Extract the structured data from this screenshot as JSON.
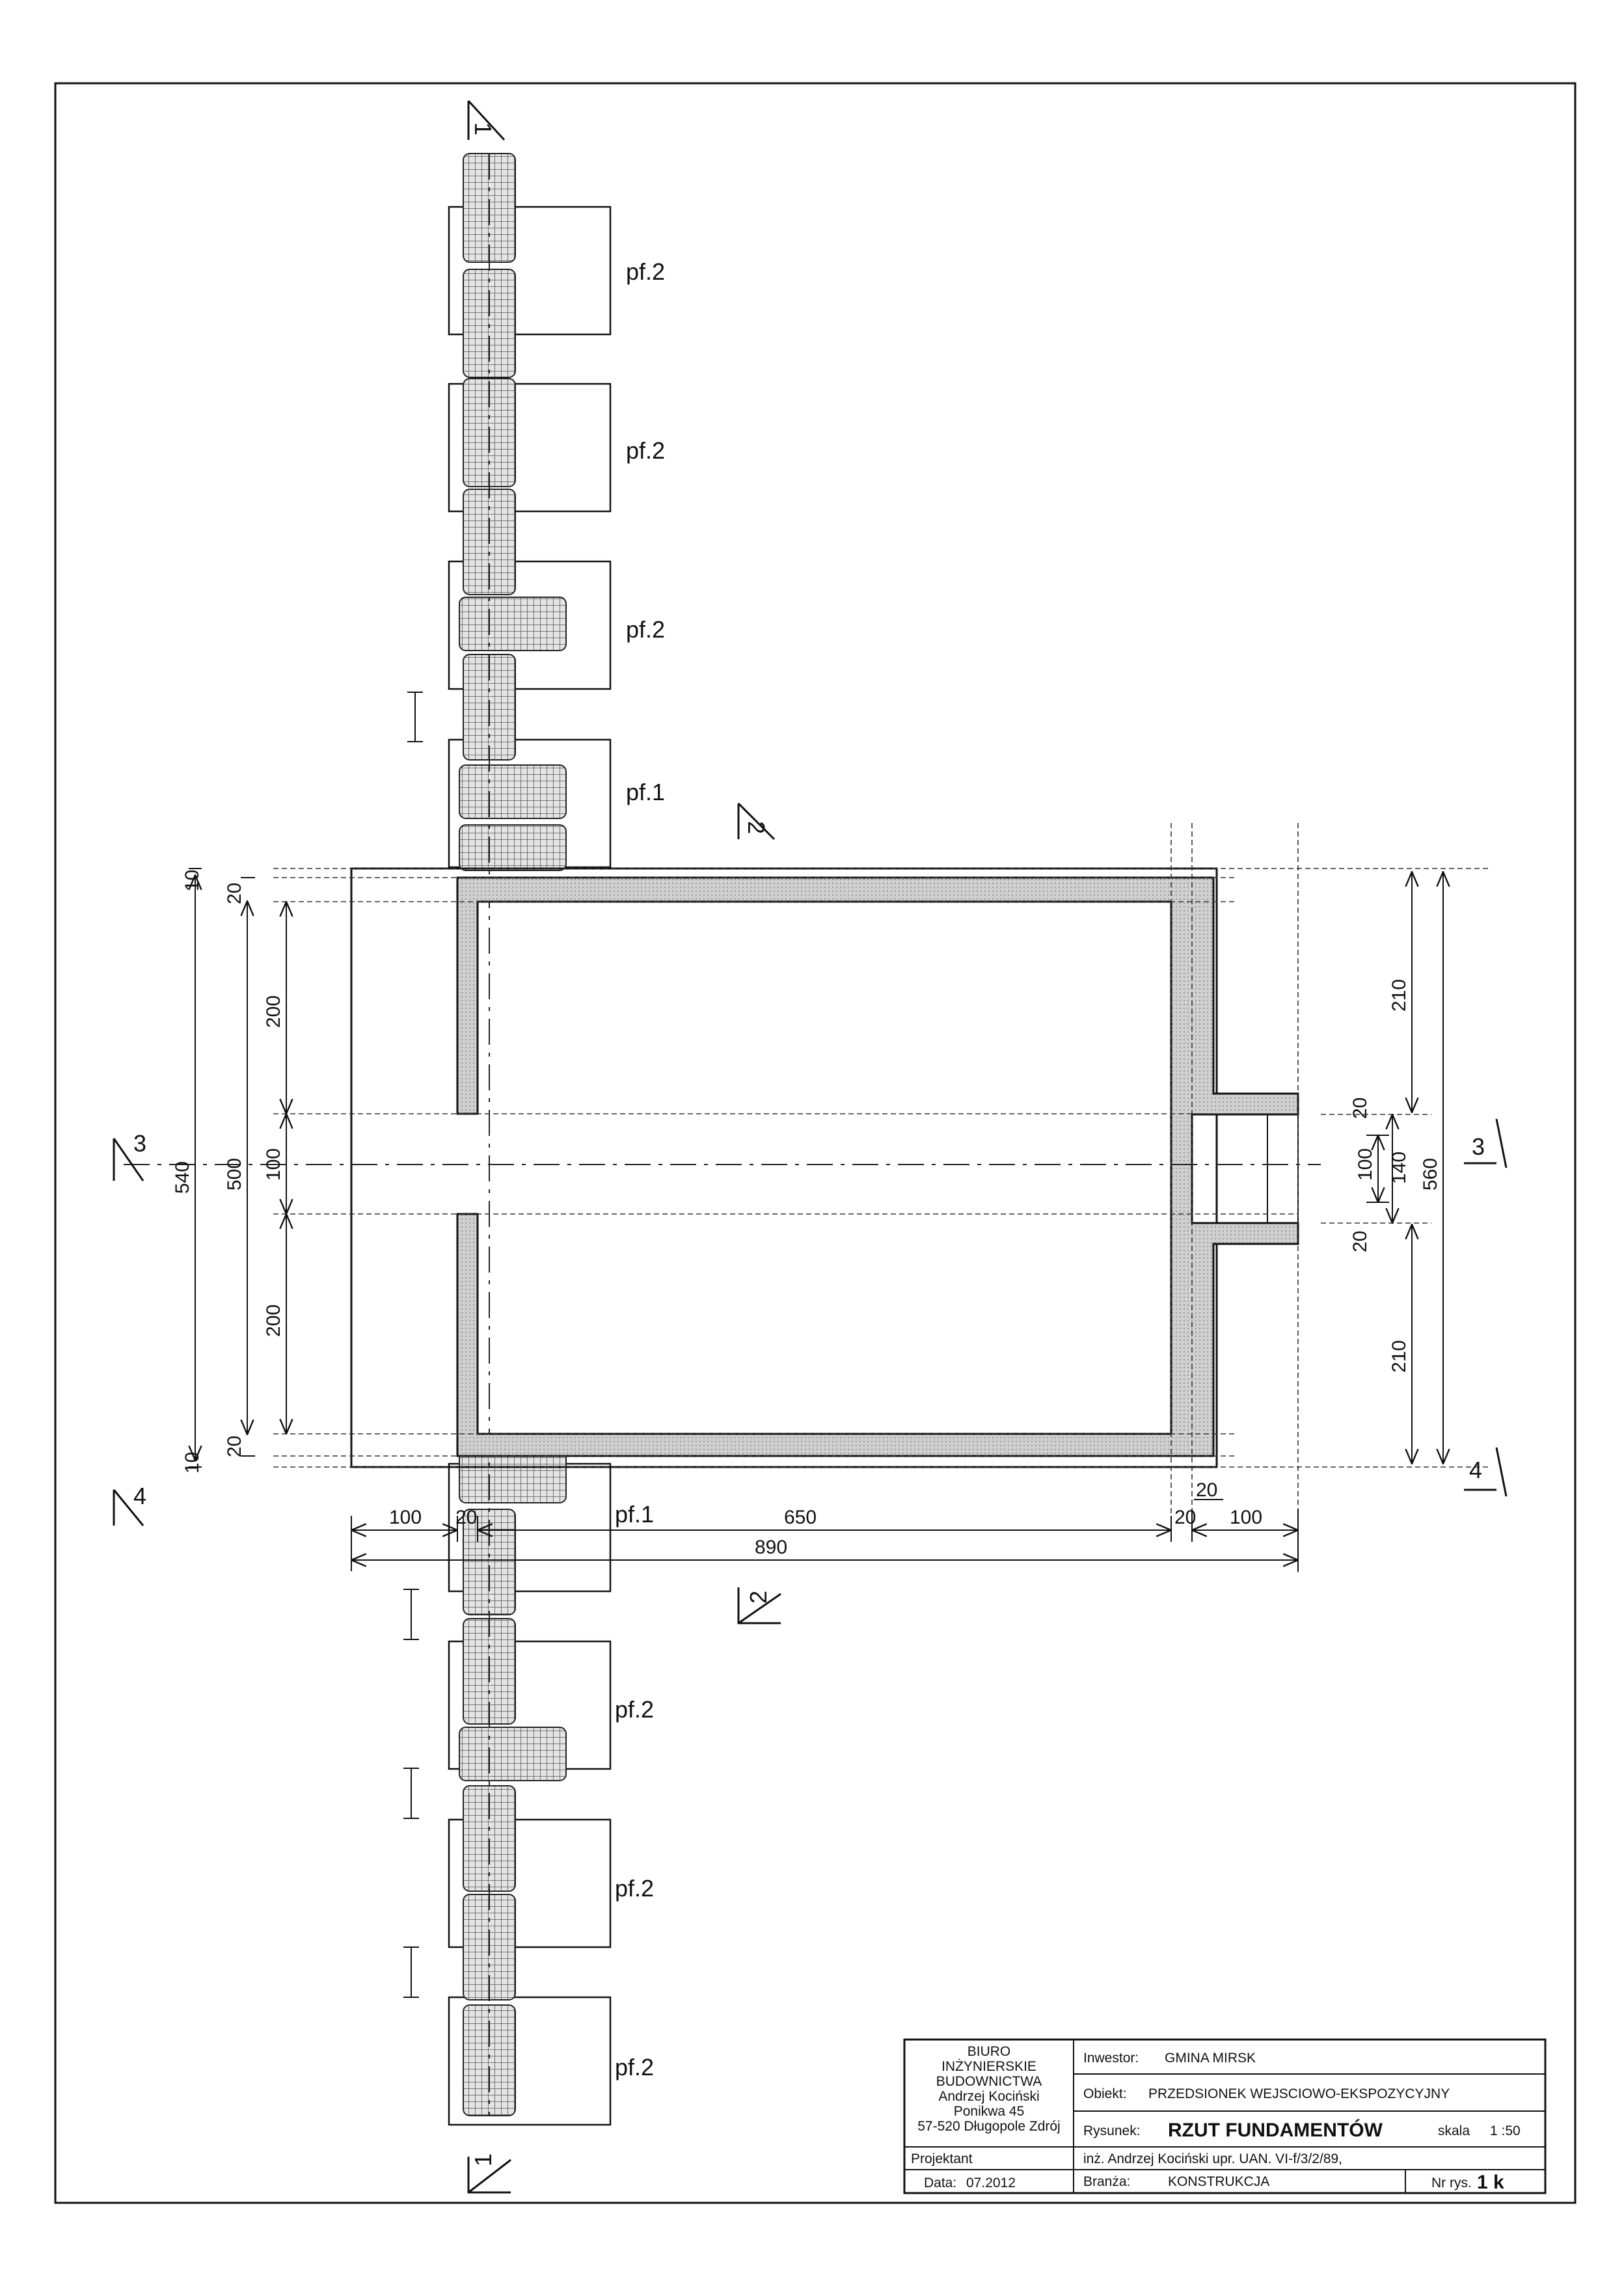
{
  "foundations": {
    "pf_top": [
      "pf.2",
      "pf.2",
      "pf.2",
      "pf.1"
    ],
    "pf_bottom": [
      "pf.1",
      "pf.2",
      "pf.2",
      "pf.2"
    ]
  },
  "sections": {
    "s1_top": "1",
    "s1_bottom": "1",
    "s2_top": "2",
    "s2_bottom": "2",
    "s3_left": "3",
    "s3_right": "3",
    "s4_left": "4",
    "s4_right": "4"
  },
  "dimensions": {
    "left": {
      "d10_top": "10",
      "d20_top": "20",
      "d200_top": "200",
      "d100": "100",
      "d200_bottom": "200",
      "d20_bottom": "20",
      "d10_bottom": "10",
      "d500": "500",
      "d540": "540"
    },
    "right": {
      "d210_top": "210",
      "d20_top": "20",
      "d100": "100",
      "d140": "140",
      "d20_bottom": "20",
      "d210_bottom": "210",
      "d560": "560"
    },
    "bottom": {
      "d100_left": "100",
      "d20_left": "20",
      "d650": "650",
      "d20_right": "20",
      "d100_right": "100",
      "d890": "890",
      "d20_small": "20"
    }
  },
  "title_block": {
    "office": [
      "BIURO",
      "INŻYNIERSKIE",
      "BUDOWNICTWA",
      "Andrzej Kociński",
      "Ponikwa 45",
      "57-520 Długopole Zdrój"
    ],
    "investor_label": "Inwestor:",
    "investor": "GMINA MIRSK",
    "object_label": "Obiekt:",
    "object": "PRZEDSIONEK WEJSCIOWO-EKSPOZYCYJNY",
    "drawing_label": "Rysunek:",
    "drawing": "RZUT FUNDAMENTÓW",
    "scale_label": "skala",
    "scale": "1 :50",
    "designer_label": "Projektant",
    "designer": "inż. Andrzej Kociński upr. UAN. VI-f/3/2/89,",
    "date_label": "Data:",
    "date": "07.2012",
    "branch_label": "Branża:",
    "branch": "KONSTRUKCJA",
    "number_label": "Nr rys.",
    "number": "1 k"
  }
}
